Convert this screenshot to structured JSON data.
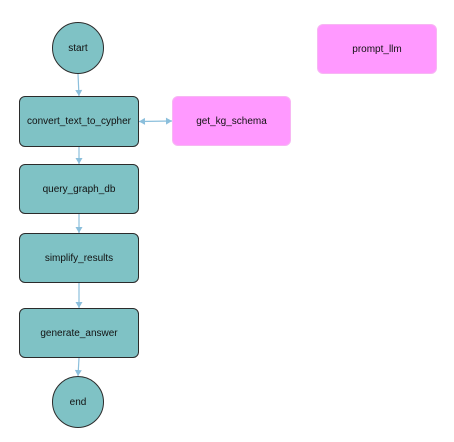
{
  "colors": {
    "step_fill": "#7fc2c5",
    "tool_fill": "#ff99ff",
    "edge": "#8bbfdc"
  },
  "nodes": {
    "start": {
      "label": "start"
    },
    "convert": {
      "label": "convert_text_to_cypher"
    },
    "query": {
      "label": "query_graph_db"
    },
    "simplify": {
      "label": "simplify_results"
    },
    "generate": {
      "label": "generate_answer"
    },
    "end": {
      "label": "end"
    },
    "kg_schema": {
      "label": "get_kg_schema"
    },
    "prompt_llm": {
      "label": "prompt_llm"
    }
  },
  "edges": [
    {
      "from": "start",
      "to": "convert",
      "style": "arrow"
    },
    {
      "from": "convert",
      "to": "query",
      "style": "arrow"
    },
    {
      "from": "query",
      "to": "simplify",
      "style": "arrow"
    },
    {
      "from": "simplify",
      "to": "generate",
      "style": "arrow"
    },
    {
      "from": "generate",
      "to": "end",
      "style": "arrow"
    },
    {
      "from": "convert",
      "to": "kg_schema",
      "style": "double-arrow"
    }
  ]
}
